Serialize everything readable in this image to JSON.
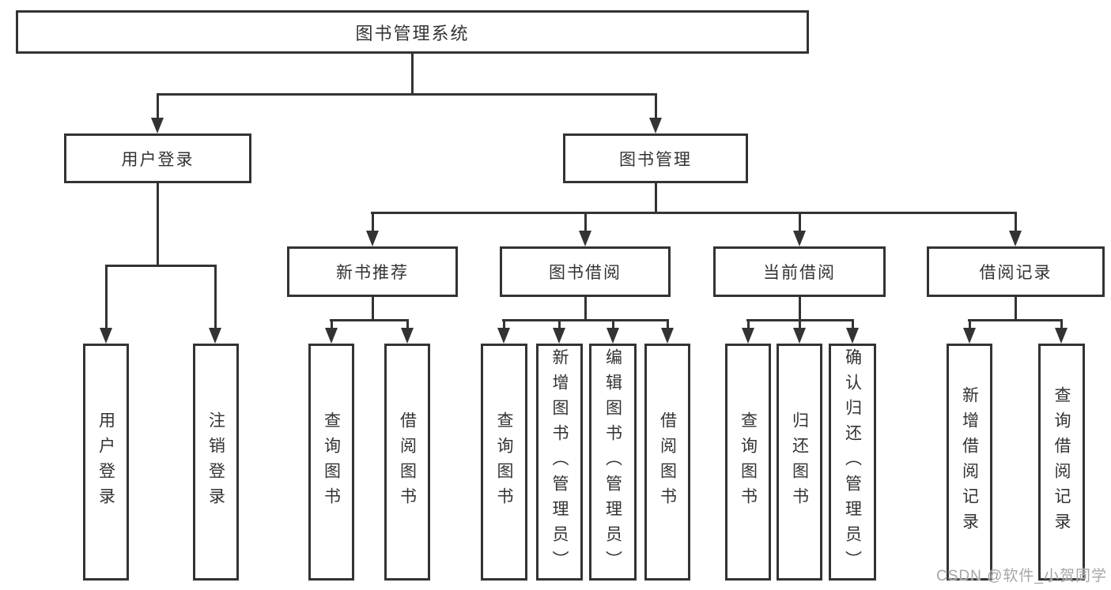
{
  "nodes": {
    "root": "图书管理系统",
    "user_login": "用户登录",
    "book_mgmt": "图书管理",
    "new_book_rec": "新书推荐",
    "book_borrow": "图书借阅",
    "current_borrow": "当前借阅",
    "borrow_records": "借阅记录"
  },
  "leaves": {
    "user_login": "用户登录",
    "logout": "注销登录",
    "nr_query": "查询图书",
    "nr_borrow": "借阅图书",
    "bb_query": "查询图书",
    "bb_add": "新增图书（管理员）",
    "bb_edit": "编辑图书（管理员）",
    "bb_borrow": "借阅图书",
    "cb_query": "查询图书",
    "cb_return": "归还图书",
    "cb_confirm": "确认归还（管理员）",
    "br_add": "新增借阅记录",
    "br_query": "查询借阅记录"
  },
  "watermark": "CSDN @软件_小贺同学",
  "colors": {
    "line": "#333333",
    "text": "#333333",
    "background": "#ffffff",
    "watermark": "#a6a6a6"
  }
}
